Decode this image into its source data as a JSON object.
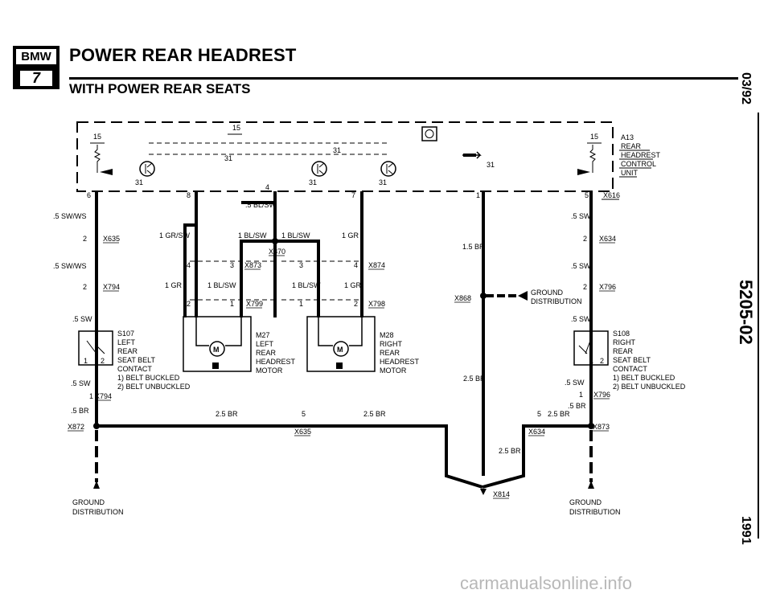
{
  "header": {
    "brand_top": "BMW",
    "brand_bottom": "7",
    "title": "POWER REAR HEADREST",
    "subtitle": "WITH POWER REAR SEATS"
  },
  "sidebar": {
    "date": "03/92",
    "code": "5205-02",
    "year": "1991"
  },
  "watermark": "carmanualsonline.info",
  "module": {
    "id": "A13",
    "name_lines": [
      "REAR",
      "HEADREST",
      "CONTROL",
      "UNIT"
    ],
    "pin_15": "15",
    "pin_31": "31",
    "pins": [
      "6",
      "8",
      "4",
      "7",
      "1",
      "5"
    ],
    "module_connector": "X616"
  },
  "wires": {
    "sw_ws": ".5 SW/WS",
    "sw": ".5 SW",
    "gr_sw": "1 GR/SW",
    "bl_sw_top": ".5 BL/SW",
    "bl_sw": "1 BL/SW",
    "gr": "1 GR",
    "br_15": "1.5 BR",
    "br_25": "2.5 BR",
    "br_05": ".5 BR"
  },
  "connectors": {
    "x635": "X635",
    "x794": "X794",
    "x634": "X634",
    "x796": "X796",
    "x870": "X870",
    "x873": "X873",
    "x874": "X874",
    "x799": "X799",
    "x798": "X798",
    "x872": "X872",
    "x868": "X868",
    "x814": "X814"
  },
  "pin_numbers": {
    "p1": "1",
    "p2": "2",
    "p3": "3",
    "p4": "4",
    "p5": "5"
  },
  "switches": {
    "s107": [
      "S107",
      "LEFT",
      "REAR",
      "SEAT BELT",
      "CONTACT"
    ],
    "s108": [
      "S108",
      "RIGHT",
      "REAR",
      "SEAT BELT",
      "CONTACT"
    ],
    "states": [
      "1) BELT BUCKLED",
      "2) BELT UNBUCKLED"
    ]
  },
  "motors": {
    "m27": [
      "M27",
      "LEFT",
      "REAR",
      "HEADREST",
      "MOTOR"
    ],
    "m28": [
      "M28",
      "RIGHT",
      "REAR",
      "HEADREST",
      "MOTOR"
    ],
    "symbol": "M"
  },
  "grounds": {
    "label_lines": [
      "GROUND",
      "DISTRIBUTION"
    ]
  }
}
